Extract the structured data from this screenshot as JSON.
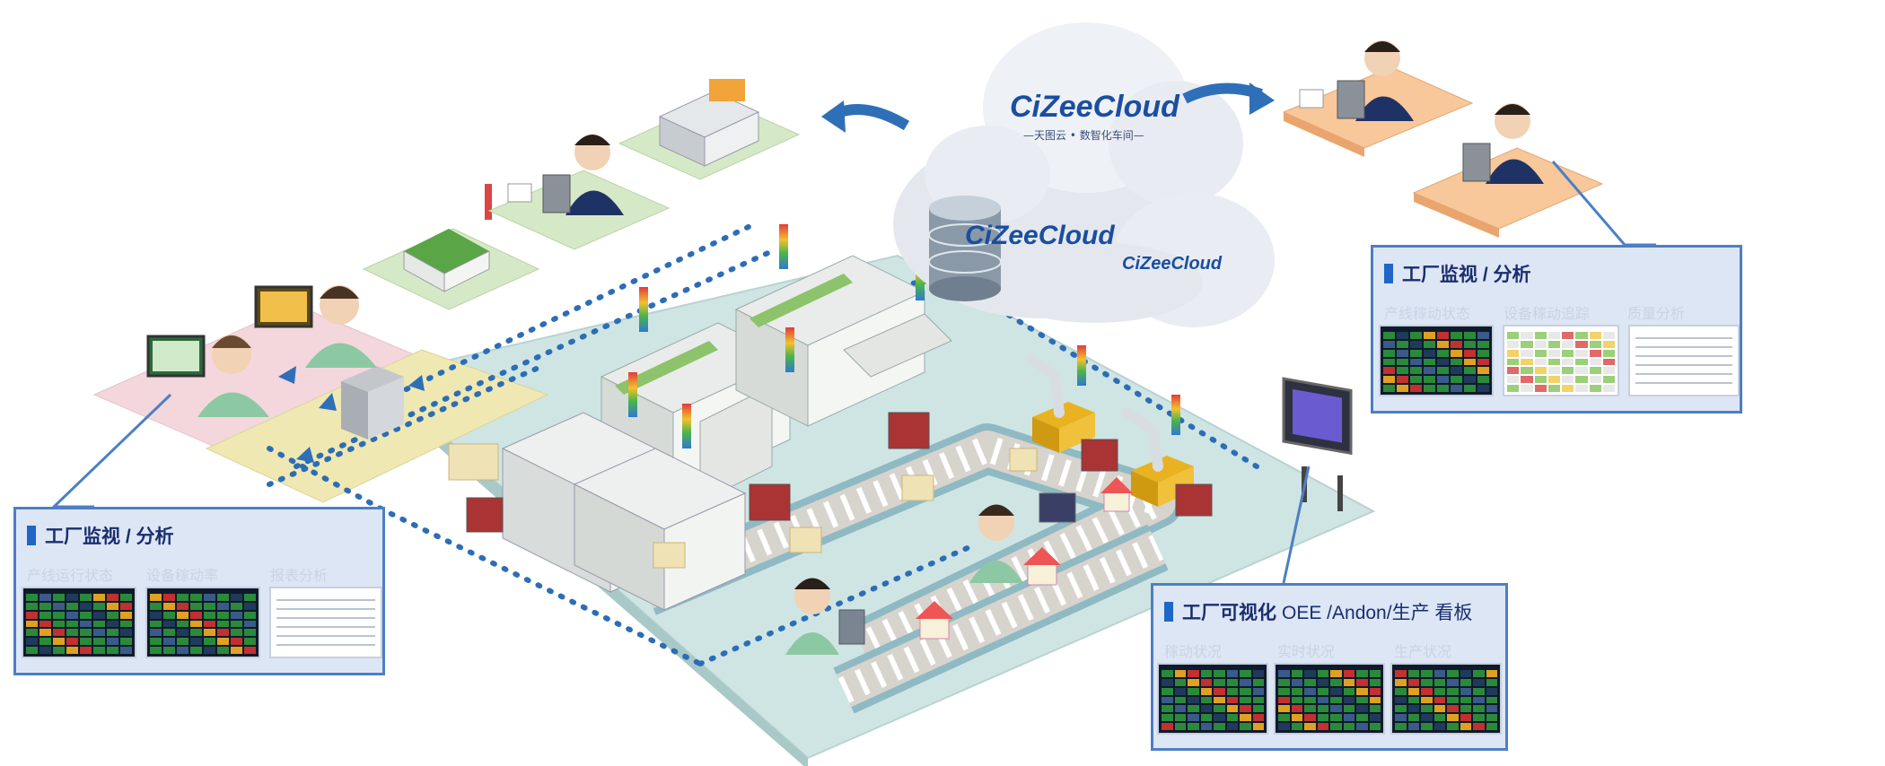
{
  "brand": {
    "logo_text": "CiZeeCloud",
    "logo_sub": "—天图云 • 数智化车间—"
  },
  "panels": {
    "left": {
      "title": "工厂监视 / 分析",
      "subs": [
        "产线运行状态",
        "设备稼动率",
        "报表分析"
      ]
    },
    "right_top": {
      "title": "工厂监视 / 分析",
      "subs": [
        "产线稼动状态",
        "设备稼动追踪",
        "质量分析"
      ]
    },
    "bottom": {
      "title_bold": "工厂可视化",
      "title_light": "OEE /Andon/生产 看板",
      "subs": [
        "稼动状况",
        "实时状况",
        "生产状况"
      ]
    }
  },
  "colors": {
    "panel_border": "#4d7fc4",
    "panel_bg": "#dde6f5",
    "title_text": "#1a2e6e",
    "floor": "#cfe5e4",
    "cloud": "#e8ecf2",
    "arrow": "#2e6fb8",
    "dots": "#2d6db5"
  }
}
